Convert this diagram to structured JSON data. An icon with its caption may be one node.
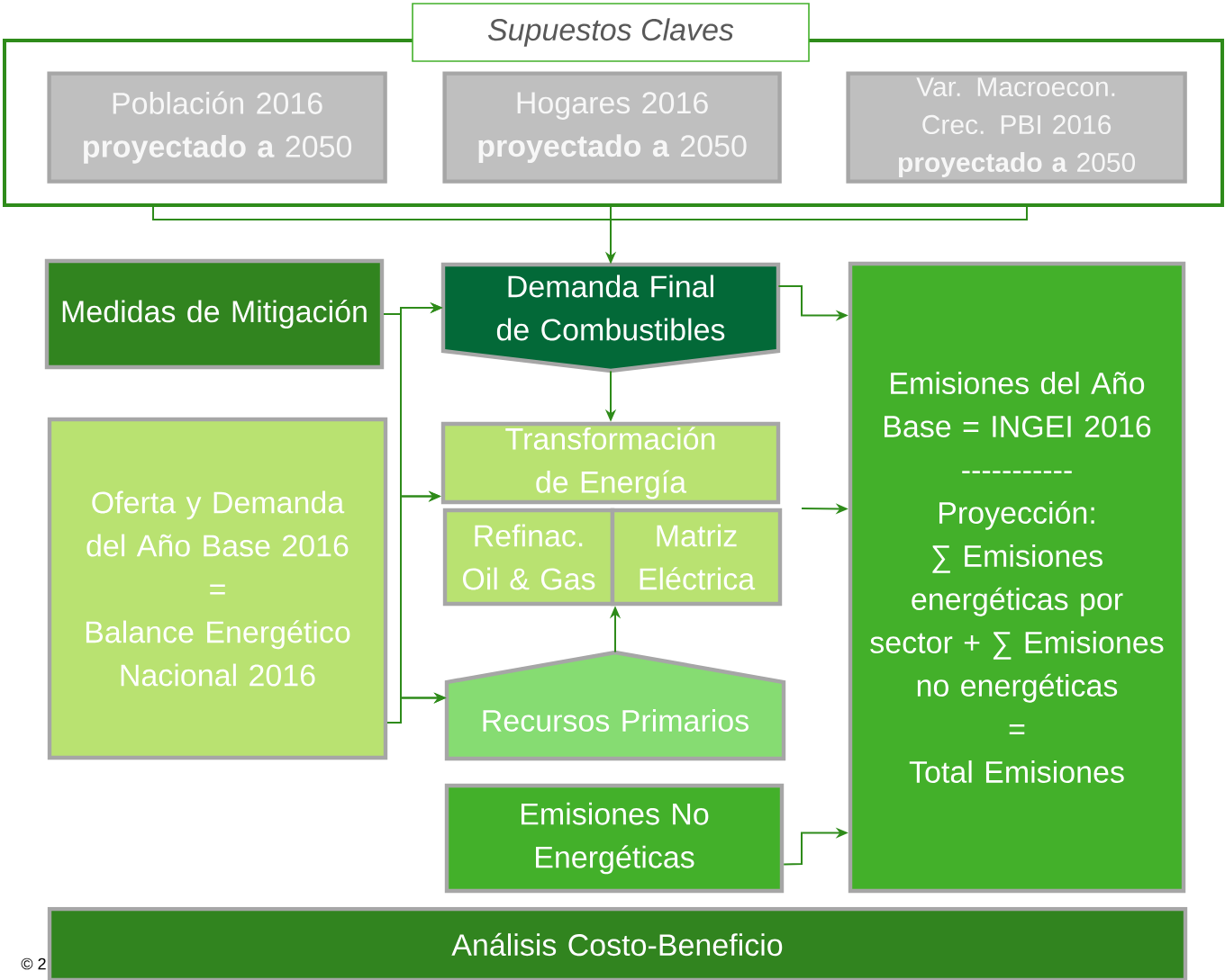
{
  "diagram": {
    "nodes": [
      {
        "text": [
          "Supuestos Claves"
        ]
      },
      {
        "text": [
          "Población 2016 **proyectado a** 2050"
        ],
        "in": 0
      },
      {
        "text": [
          "Hogares 2016 **proyectado a** 2050"
        ],
        "in": 0
      },
      {
        "text": [
          "Var. Macroecon. Crec. PBI 2016 **proyectado a** 2050"
        ],
        "in": 0
      },
      {
        "text": [
          "Medidas de Mitigación"
        ]
      },
      {
        "text": [
          "Demanda Final de Combustibles"
        ]
      },
      {
        "text": [
          "Transformación de Energía"
        ]
      },
      {
        "text": [
          "Refinac. Oil & Gas"
        ]
      },
      {
        "text": [
          "Matriz Eléctrica"
        ]
      },
      {
        "text": [
          "Oferta y Demanda del Año Base 2016",
          "=",
          "Balance Energético Nacional 2016"
        ]
      },
      {
        "text": [
          "Recursos Primarios"
        ]
      },
      {
        "text": [
          "Emisiones No Energéticas"
        ]
      },
      {
        "text": [
          "Emisiones del Año Base = INGEI 2016",
          "-----------",
          "Proyección:",
          "∑ Emisiones energéticas por sector + ∑ Emisiones no energéticas",
          "=",
          "Total Emisiones"
        ]
      },
      {
        "text": [
          "Análisis Costo-Beneficio"
        ]
      }
    ],
    "edges": [
      {
        "from": 0,
        "to": 5,
        "arrow": "to"
      },
      {
        "from": 4,
        "to": 5,
        "arrow": "to"
      },
      {
        "from": 4,
        "to": 6,
        "arrow": "to"
      },
      {
        "from": 4,
        "to": 10,
        "arrow": "to"
      },
      {
        "from": 9,
        "to": 5,
        "arrow": "to"
      },
      {
        "from": 9,
        "to": 6,
        "arrow": "to"
      },
      {
        "from": 9,
        "to": 10,
        "arrow": "to"
      },
      {
        "from": 5,
        "to": 6,
        "arrow": "to"
      },
      {
        "from": 10,
        "to": 8,
        "arrow": "to"
      },
      {
        "from": 5,
        "to": 12,
        "arrow": "to"
      },
      {
        "from": null,
        "to": 12,
        "arrow": "to"
      },
      {
        "from": 11,
        "to": 12,
        "arrow": "to"
      }
    ],
    "labels": [
      "© 2"
    ]
  }
}
